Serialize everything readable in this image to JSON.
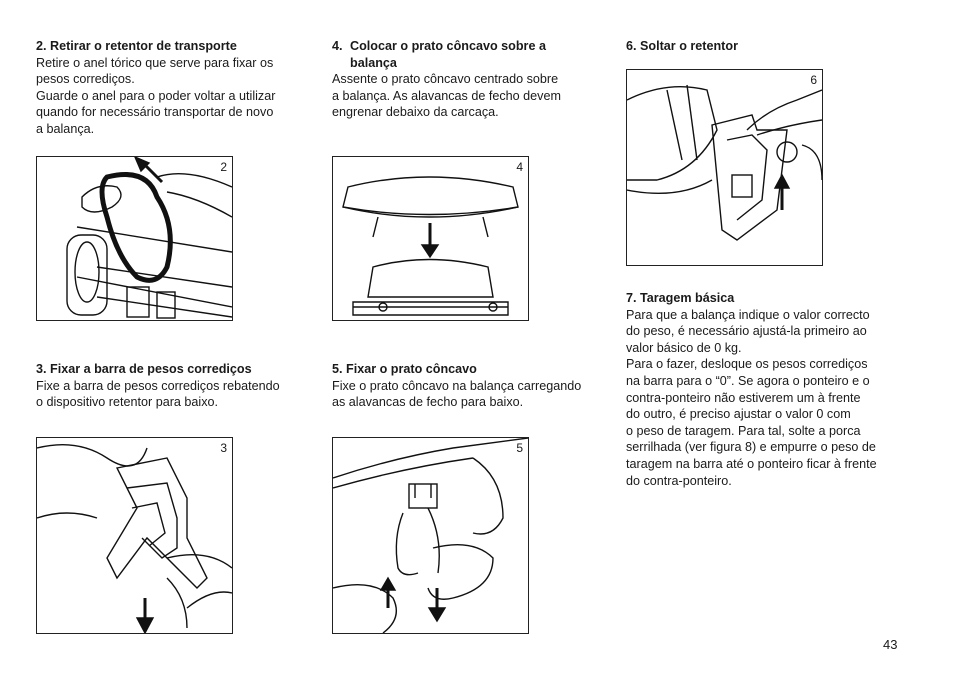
{
  "col1": {
    "s2_title": "2. Retirar o retentor de transporte",
    "s2_text": "Retire o anel tórico que serve para fixar os\npesos corrediços.\nGuarde o anel para o poder voltar a utilizar\nquando for necessário transportar de novo\na balança.",
    "fig2_num": "2",
    "s3_title": "3. Fixar a barra de pesos corrediços",
    "s3_text": "Fixe a barra de pesos corrediços rebatendo\no dispositivo retentor para baixo.",
    "fig3_num": "3"
  },
  "col2": {
    "s4_num": "4.",
    "s4_title": "Colocar o prato côncavo sobre a\nbalança",
    "s4_text": "Assente o prato côncavo centrado sobre\na balança. As alavancas de fecho devem\nengrenar debaixo da carcaça.",
    "fig4_num": "4",
    "s5_title": "5. Fixar o prato côncavo",
    "s5_text": "Fixe o prato côncavo na balança carregando\nas alavancas de fecho para baixo.",
    "fig5_num": "5"
  },
  "col3": {
    "s6_title": "6. Soltar o retentor",
    "fig6_num": "6",
    "s7_title": "7. Taragem básica",
    "s7_text": "Para que a balança indique o valor correcto\ndo peso, é necessário ajustá-la primeiro ao\nvalor básico de 0 kg.\nPara o fazer, desloque os pesos corrediços\nna barra para o “0”. Se agora o ponteiro e o\ncontra-ponteiro não estiverem um à frente\ndo outro, é preciso ajustar o valor 0 com\no peso de taragem. Para tal, solte a porca\nserrilhada (ver figura 8) e empurre o peso de\ntaragem na barra até o ponteiro ficar à frente\ndo contra-ponteiro."
  },
  "page_number": "43"
}
